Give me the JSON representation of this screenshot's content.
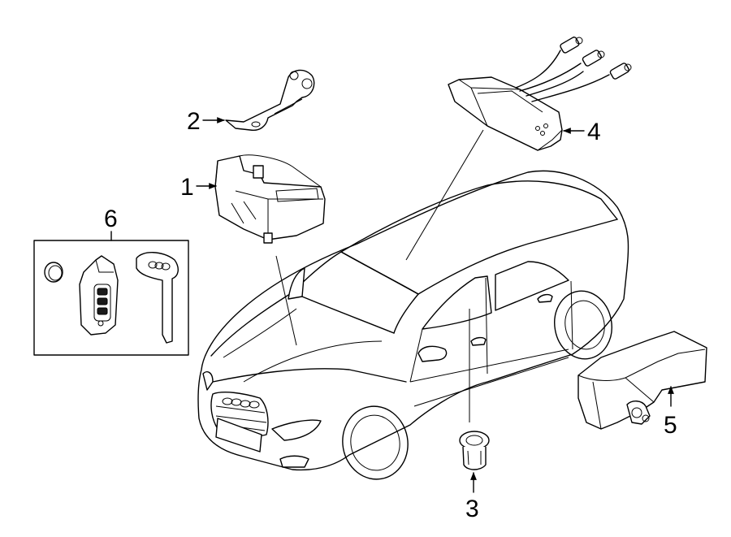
{
  "diagram": {
    "callouts": [
      {
        "id": "1",
        "label": "1"
      },
      {
        "id": "2",
        "label": "2"
      },
      {
        "id": "3",
        "label": "3"
      },
      {
        "id": "4",
        "label": "4"
      },
      {
        "id": "5",
        "label": "5"
      },
      {
        "id": "6",
        "label": "6"
      }
    ]
  },
  "colors": {
    "line": "#000000",
    "background": "#ffffff"
  }
}
